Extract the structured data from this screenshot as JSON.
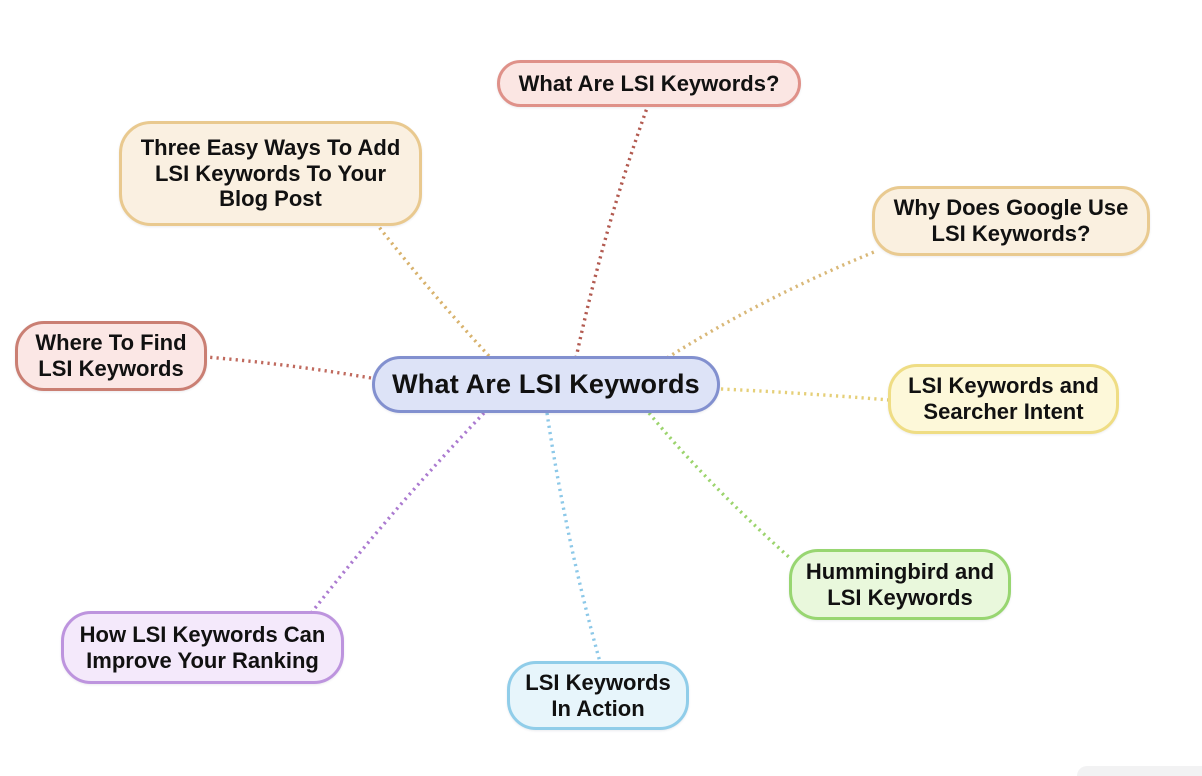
{
  "diagram_title": "What Are LSI Keywords",
  "background_color": "#ffffff",
  "corner_artifact_color": "#f2f2f3",
  "center_node": {
    "label": "What Are LSI Keywords",
    "fill": "#dde3f7",
    "border": "#8290cf"
  },
  "nodes": [
    {
      "id": "what-are-lsi-keywords",
      "label": "What Are LSI Keywords?",
      "fill": "#fbe6e3",
      "border": "#df9189",
      "connector_color": "#b25a50",
      "position": "top"
    },
    {
      "id": "why-does-google-use",
      "label": "Why Does Google Use LSI Keywords?",
      "fill": "#faf0e0",
      "border": "#e9ca90",
      "connector_color": "#d9b878",
      "position": "upper-right"
    },
    {
      "id": "searcher-intent",
      "label": "LSI Keywords and Searcher Intent",
      "fill": "#fdf8d9",
      "border": "#efdd84",
      "connector_color": "#e5cf78",
      "position": "right"
    },
    {
      "id": "hummingbird",
      "label": "Hummingbird and LSI Keywords",
      "fill": "#e9f8dc",
      "border": "#98d671",
      "connector_color": "#9cd46d",
      "position": "lower-right"
    },
    {
      "id": "lsi-keywords-in-action",
      "label": "LSI Keywords In Action",
      "fill": "#e7f5fb",
      "border": "#90cde9",
      "connector_color": "#8cc8e8",
      "position": "bottom"
    },
    {
      "id": "improve-your-ranking",
      "label": "How LSI Keywords Can Improve Your Ranking",
      "fill": "#f4e9fb",
      "border": "#bd94de",
      "connector_color": "#ab7ad0",
      "position": "lower-left"
    },
    {
      "id": "where-to-find",
      "label": "Where To Find LSI Keywords",
      "fill": "#fbe7e5",
      "border": "#ca7f73",
      "connector_color": "#c06a5e",
      "position": "left"
    },
    {
      "id": "three-easy-ways",
      "label": "Three Easy Ways To Add LSI Keywords To Your Blog Post",
      "fill": "#faf0e1",
      "border": "#e9c98f",
      "connector_color": "#d8b26c",
      "position": "upper-left"
    }
  ]
}
